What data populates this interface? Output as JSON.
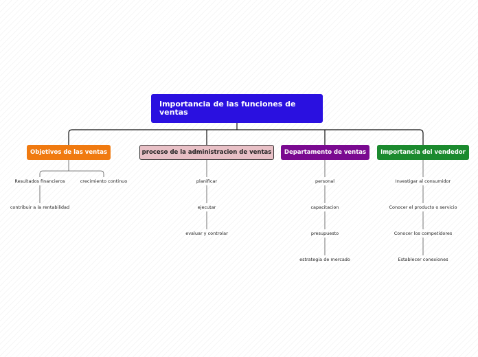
{
  "root": {
    "title": "Importancia de las funciones de ventas"
  },
  "branches": [
    {
      "label": "Objetivos de las ventas",
      "color": "#f07a10",
      "children": [
        "Resultados financieros",
        "crecimiento continuo"
      ],
      "grandchild": "contribuir a la rentabilidad"
    },
    {
      "label": "proceso de la administracion de ventas",
      "color": "#e8c0c6",
      "children": [
        "planificar",
        "ejecutar",
        "evaluar y controlar"
      ]
    },
    {
      "label": "Departamento de ventas",
      "color": "#7a0a90",
      "children": [
        "personal",
        "capacitacion",
        "presupuesto",
        "estrategia de mercado"
      ]
    },
    {
      "label": "Importancia del vendedor",
      "color": "#1b8a2e",
      "children": [
        "Investigar al consumidor",
        "Conocer el producto o servicio",
        "Conocer los competidores",
        "Establecer conexiones"
      ]
    }
  ]
}
